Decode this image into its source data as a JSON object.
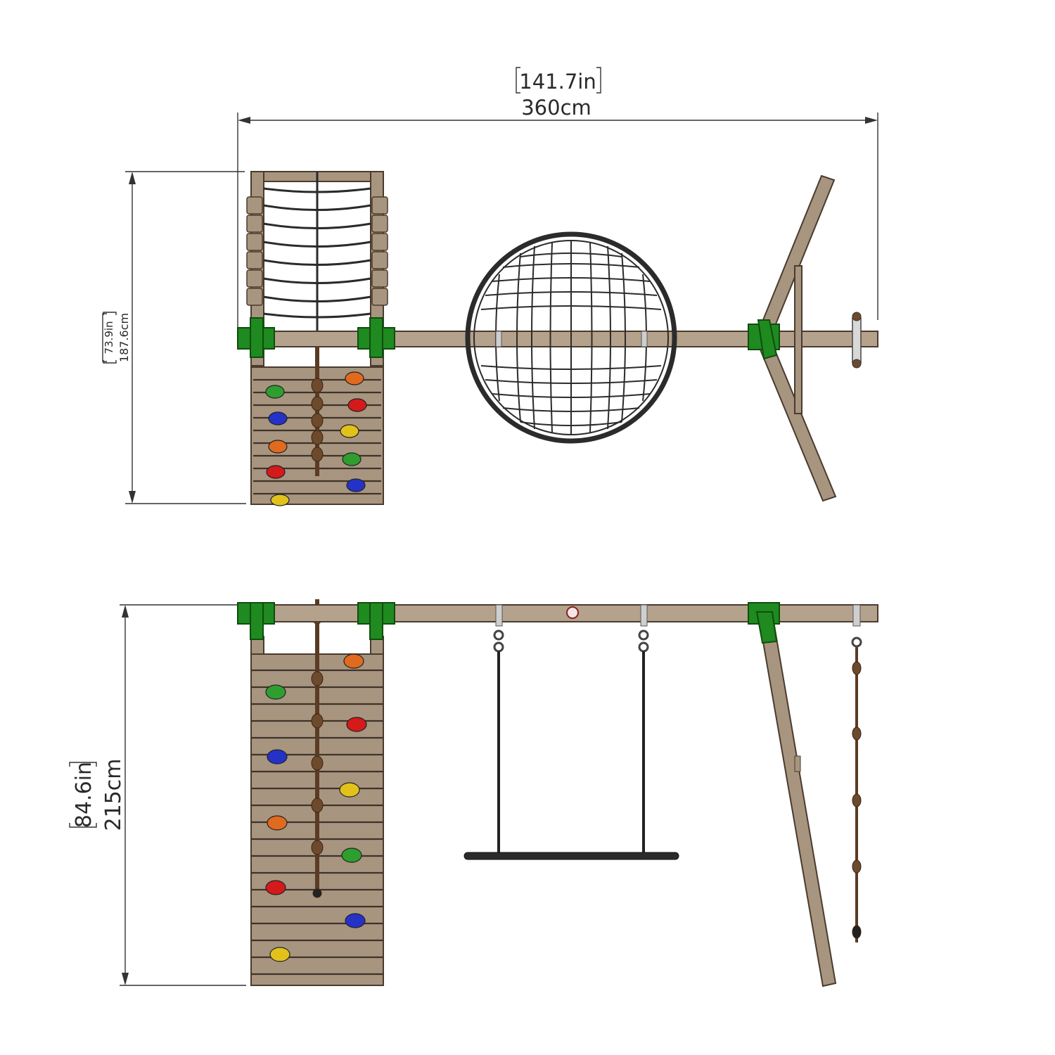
{
  "dimensions": {
    "width_in": "141.7in",
    "width_cm": "360cm",
    "depth_in": "73.9in",
    "depth_cm": "187.6cm",
    "height_in": "84.6in",
    "height_cm": "215cm"
  },
  "colors": {
    "wood": "#a89580",
    "bracket_green": "#1f8a1f",
    "net": "#2b2b2b",
    "holds": [
      "#e06a1e",
      "#2e9e2e",
      "#2432c8",
      "#d41a1a",
      "#e2c21a"
    ]
  },
  "components": {
    "top_view": [
      "climbing-net-frame",
      "climbing-wall",
      "knotted-rope",
      "nest-swing",
      "a-frame-leg",
      "rope-hook"
    ],
    "side_view": [
      "climbing-wall",
      "knotted-rope",
      "nest-swing-side",
      "a-frame-leg",
      "knotted-climbing-rope"
    ]
  }
}
